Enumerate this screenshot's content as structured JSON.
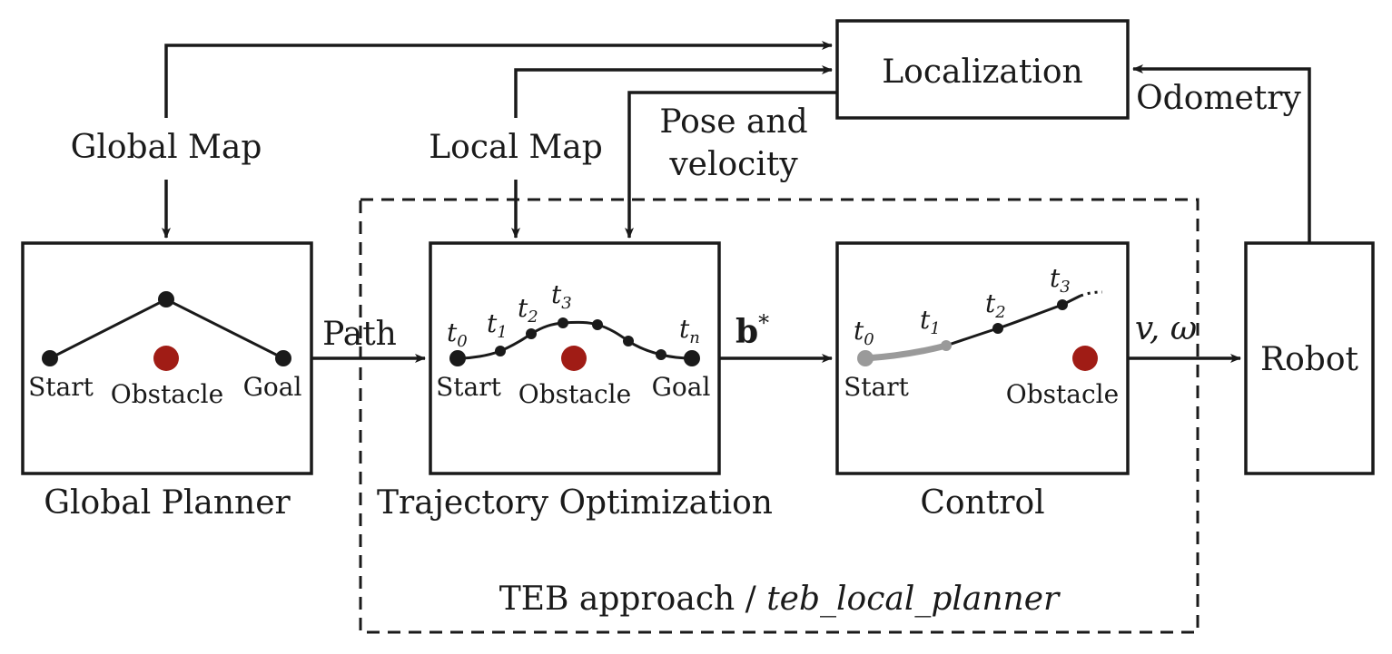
{
  "colors": {
    "stroke": "#1a1a1a",
    "obstacle": "#a01c15",
    "executed": "#9a9a9a"
  },
  "localization": {
    "label": "Localization"
  },
  "odometry": {
    "label": "Odometry"
  },
  "global_map": {
    "label": "Global Map"
  },
  "local_map": {
    "label": "Local Map"
  },
  "pose_velocity": {
    "line1": "Pose and",
    "line2": "velocity"
  },
  "global_planner": {
    "caption": "Global Planner",
    "start": "Start",
    "obstacle": "Obstacle",
    "goal": "Goal"
  },
  "path": {
    "label": "Path"
  },
  "trajectory_optimization": {
    "caption": "Trajectory Optimization",
    "start": "Start",
    "obstacle": "Obstacle",
    "goal": "Goal",
    "t0": "t",
    "t0_sub": "0",
    "t1": "t",
    "t1_sub": "1",
    "t2": "t",
    "t2_sub": "2",
    "t3": "t",
    "t3_sub": "3",
    "tn": "t",
    "tn_sub": "n"
  },
  "b_star": {
    "base": "b",
    "sup": "*"
  },
  "control": {
    "caption": "Control",
    "start": "Start",
    "obstacle": "Obstacle",
    "t0": "t",
    "t0_sub": "0",
    "t1": "t",
    "t1_sub": "1",
    "t2": "t",
    "t2_sub": "2",
    "t3": "t",
    "t3_sub": "3"
  },
  "v_omega": {
    "label": "v, ω"
  },
  "robot": {
    "label": "Robot"
  },
  "teb": {
    "prefix": "TEB approach / ",
    "package": "teb_local_planner"
  }
}
